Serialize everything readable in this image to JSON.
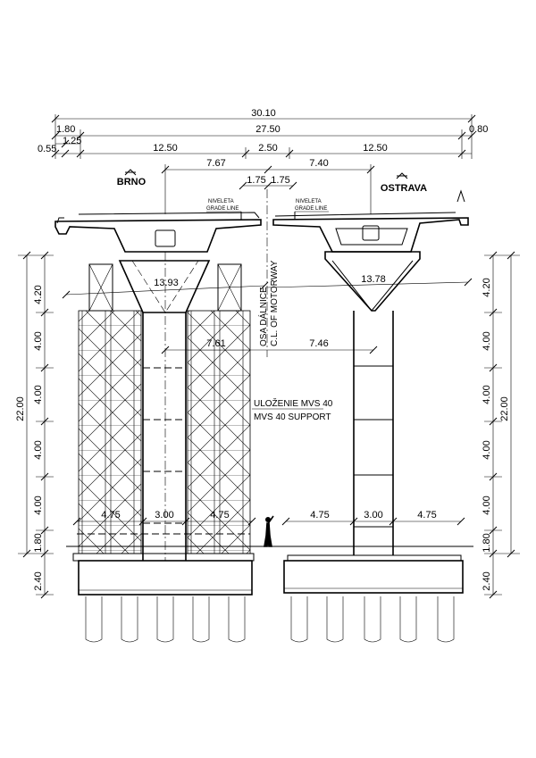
{
  "top_dims": {
    "total": "30.10",
    "d27_50": "27.50",
    "d0_80": "0.80",
    "d1_80": "1.80",
    "d1_25": "1.25",
    "d0_55": "0.55",
    "d12_50_left": "12.50",
    "d2_50": "2.50",
    "d12_50_right": "12.50",
    "d7_67": "7.67",
    "d7_40": "7.40",
    "d1_75_left": "1.75",
    "d1_75_right": "1.75"
  },
  "directions": {
    "left": "BRNO",
    "right": "OSTRAVA"
  },
  "grade_line": {
    "cz": "NIVELETA",
    "en": "GRADE LINE"
  },
  "motorway_axis": {
    "cz": "OSA DÁLNICE",
    "en": "C.L. OF MOTORWAY"
  },
  "pier_dims": {
    "left_width": "13.93",
    "right_width": "13.78",
    "left_offset": "7.61",
    "right_offset": "7.46"
  },
  "support_label": {
    "cz": "ULOŽENIE MVS 40",
    "en": "MVS 40 SUPPORT"
  },
  "base_dims": {
    "left": [
      "4.75",
      "3.00",
      "4.75"
    ],
    "right": [
      "4.75",
      "3.00",
      "4.75"
    ]
  },
  "left_height_dims": [
    "4.20",
    "4.00",
    "4.00",
    "4.00",
    "4.00",
    "1.80",
    "2.40"
  ],
  "left_total": "22.00",
  "right_height_dims": [
    "4.20",
    "4.00",
    "4.00",
    "4.00",
    "4.00",
    "1.80",
    "2.40"
  ],
  "right_total": "22.00"
}
